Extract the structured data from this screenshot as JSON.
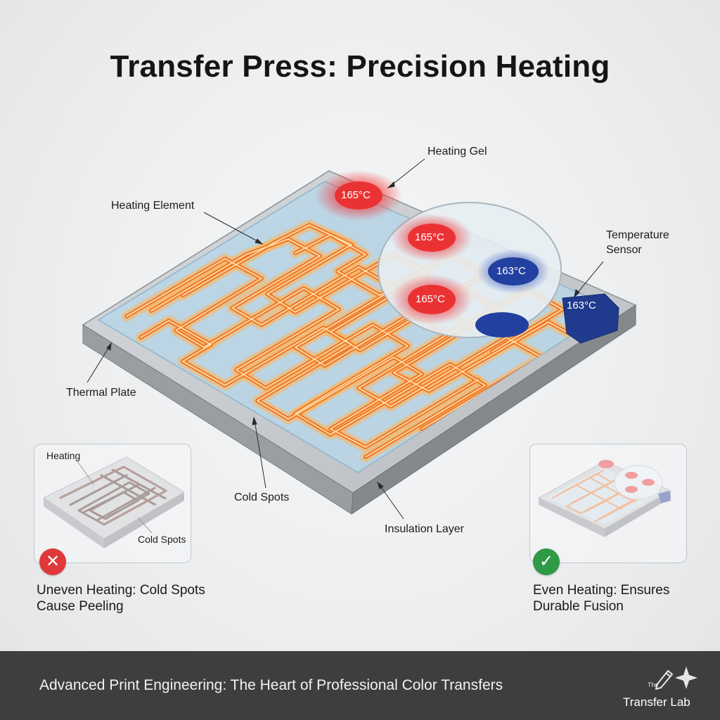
{
  "title": "Transfer Press: Precision Heating",
  "labels": {
    "heating_gel": "Heating Gel",
    "heating_element": "Heating Element",
    "temperature_sensor": "Temperature Sensor",
    "thermal_plate": "Thermal Plate",
    "cold_spots": "Cold Spots",
    "insulation_layer": "Insulation Layer"
  },
  "temperatures": {
    "gel_top": "165°C",
    "zoom_top": "165°C",
    "zoom_right": "163°C",
    "zoom_left": "165°C",
    "sensor": "163°C"
  },
  "left_panel": {
    "inner_label_heating": "Heating",
    "inner_label_cold": "Cold Spots",
    "status_icon": "x-icon",
    "status_color": "#e0393c",
    "caption": "Uneven Heating: Cold Spots Cause Peeling"
  },
  "right_panel": {
    "status_icon": "check-icon",
    "status_color": "#2f9a46",
    "caption": "Even Heating: Ensures Durable Fusion"
  },
  "footer": {
    "text": "Advanced Print Engineering: The Heart of Professional Color Transfers",
    "logo_small": "The",
    "logo_main": "Transfer Lab",
    "logo_icon": "pen-sparkle-icon"
  },
  "colors": {
    "hot": "#e6302f",
    "cool": "#1f3b9a",
    "coil": "#f07a2a"
  }
}
